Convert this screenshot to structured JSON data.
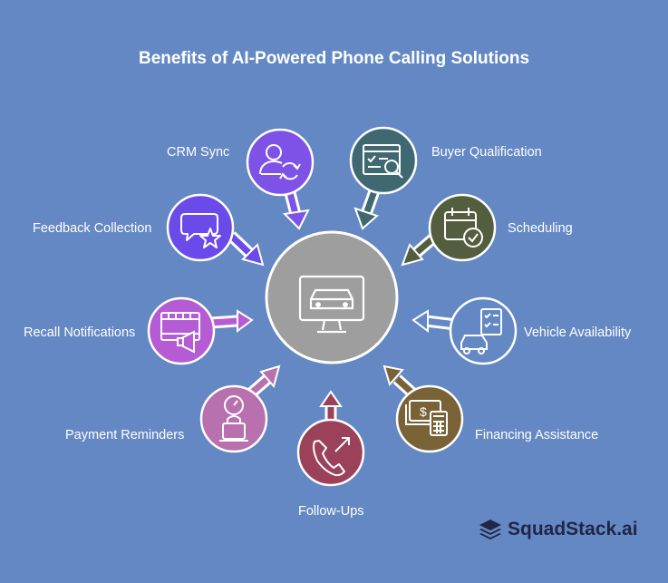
{
  "title": "Benefits of AI-Powered Phone Calling Solutions",
  "center": {
    "icon": "monitor-car-icon",
    "color": "#9E9E9E"
  },
  "benefits": [
    {
      "label": "CRM Sync",
      "icon": "user-sync-icon",
      "color": "#7E52E6"
    },
    {
      "label": "Buyer Qualification",
      "icon": "form-search-icon",
      "color": "#3F6870"
    },
    {
      "label": "Feedback Collection",
      "icon": "chat-star-icon",
      "color": "#6A4BEA"
    },
    {
      "label": "Scheduling",
      "icon": "calendar-check-icon",
      "color": "#535E3F"
    },
    {
      "label": "Recall Notifications",
      "icon": "film-megaphone-icon",
      "color": "#B55CD5"
    },
    {
      "label": "Vehicle Availability",
      "icon": "car-checklist-icon",
      "color": "#6488C3"
    },
    {
      "label": "Payment Reminders",
      "icon": "clock-lock-icon",
      "color": "#B870AE"
    },
    {
      "label": "Financing Assistance",
      "icon": "money-calculator-icon",
      "color": "#7A6237"
    },
    {
      "label": "Follow-Ups",
      "icon": "phone-arrow-icon",
      "color": "#9B4159"
    }
  ],
  "brand": {
    "name": "SquadStack.ai",
    "icon": "stack-icon",
    "color": "#1F2648"
  }
}
